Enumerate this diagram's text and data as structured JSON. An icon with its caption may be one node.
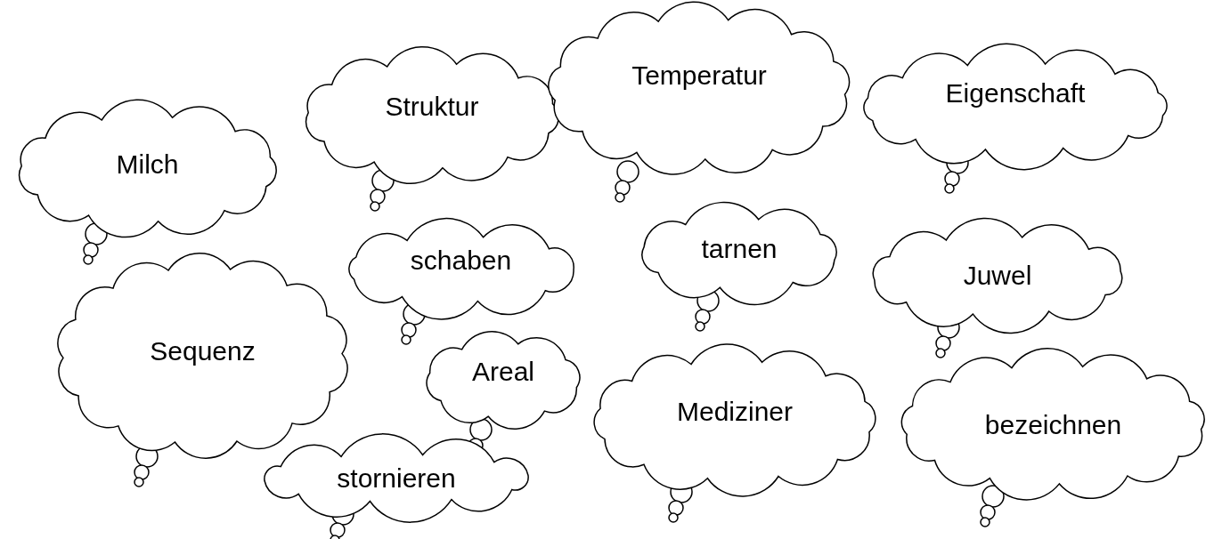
{
  "diagram": {
    "nodes": [
      {
        "text": [
          "Milch"
        ]
      },
      {
        "text": [
          "Struktur"
        ]
      },
      {
        "text": [
          "Temperatur"
        ]
      },
      {
        "text": [
          "Eigenschaft"
        ]
      },
      {
        "text": [
          "schaben"
        ]
      },
      {
        "text": [
          "tarnen"
        ]
      },
      {
        "text": [
          "Juwel"
        ]
      },
      {
        "text": [
          "Sequenz"
        ]
      },
      {
        "text": [
          "Areal"
        ]
      },
      {
        "text": [
          "Mediziner"
        ]
      },
      {
        "text": [
          "bezeichnen"
        ]
      },
      {
        "text": [
          "stornieren"
        ]
      }
    ],
    "edges": []
  }
}
